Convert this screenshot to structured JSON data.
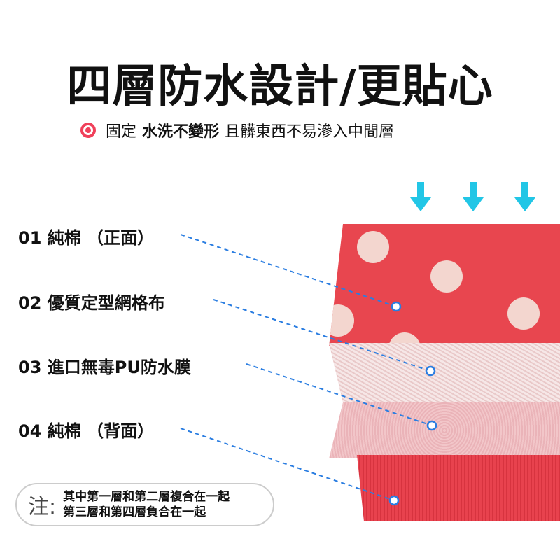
{
  "title": "四層防水設計/更貼心",
  "subtitle": {
    "prefix": "固定",
    "bold": "水洗不變形",
    "suffix": "且髒東西不易滲入中間層"
  },
  "layers": [
    {
      "label": "01 純棉 （正面）"
    },
    {
      "label": "02 優質定型網格布"
    },
    {
      "label": "03 進口無毒PU防水膜"
    },
    {
      "label": "04 純棉 （背面）"
    }
  ],
  "note": {
    "prefix": "注:",
    "line1": "其中第一層和第二層複合在一起",
    "line2": "第三層和第四層負合在一起"
  },
  "colors": {
    "accent": "#f0405a",
    "line": "#2a7de1",
    "arrow": "#22c6e6",
    "fabric": "#e8464f"
  }
}
